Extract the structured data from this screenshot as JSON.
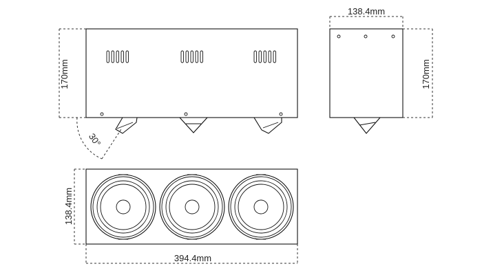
{
  "dimensions": {
    "front_height": "170mm",
    "side_width": "138.4mm",
    "side_height": "170mm",
    "tilt_angle": "30°",
    "bottom_depth": "138.4mm",
    "bottom_width": "394.4mm"
  },
  "colors": {
    "line": "#111111",
    "dimension": "#333333",
    "background": "#ffffff"
  }
}
